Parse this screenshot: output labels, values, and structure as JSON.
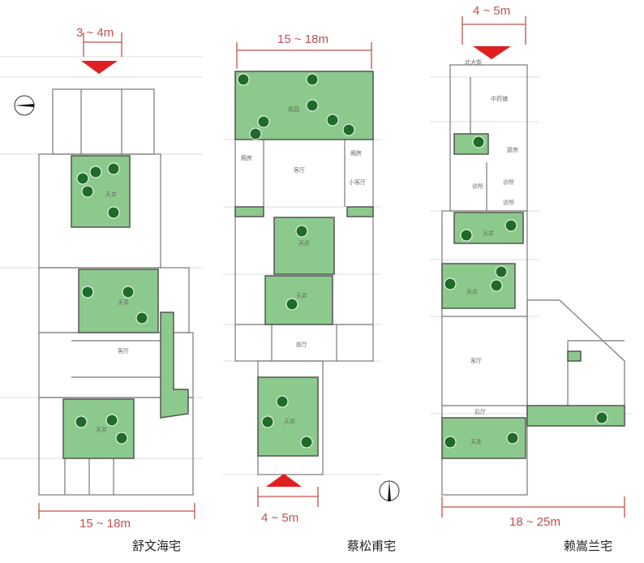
{
  "colors": {
    "dimension": "#c0504d",
    "courtyard": "#8cc98c",
    "tree": "#1f6b2a",
    "wall": "#888888",
    "arrow": "#e02020"
  },
  "plans": [
    {
      "title": "舒文海宅",
      "street_width": "3 ~ 4m",
      "frontage": "15 ~ 18m",
      "rooms": [
        "天井",
        "天井",
        "天井",
        "客厅"
      ]
    },
    {
      "title": "蔡松甫宅",
      "frontage": "15 ~ 18m",
      "street_width": "4 ~ 5m",
      "rooms": [
        "花园",
        "厢房",
        "厢房",
        "客厅",
        "小客厅",
        "天井",
        "天井",
        "前厅",
        "天井"
      ]
    },
    {
      "title": "赖嵩兰宅",
      "street_width": "4 ~ 5m",
      "frontage": "18 ~ 25m",
      "rooms": [
        "北大街",
        "中药铺",
        "诊所",
        "诊所",
        "诊所",
        "天井",
        "天井",
        "客厅",
        "后厅",
        "天井",
        "厨房"
      ]
    }
  ],
  "icons": [
    "north-arrow-icon",
    "north-arrow-icon",
    "entrance-arrow-icon"
  ]
}
